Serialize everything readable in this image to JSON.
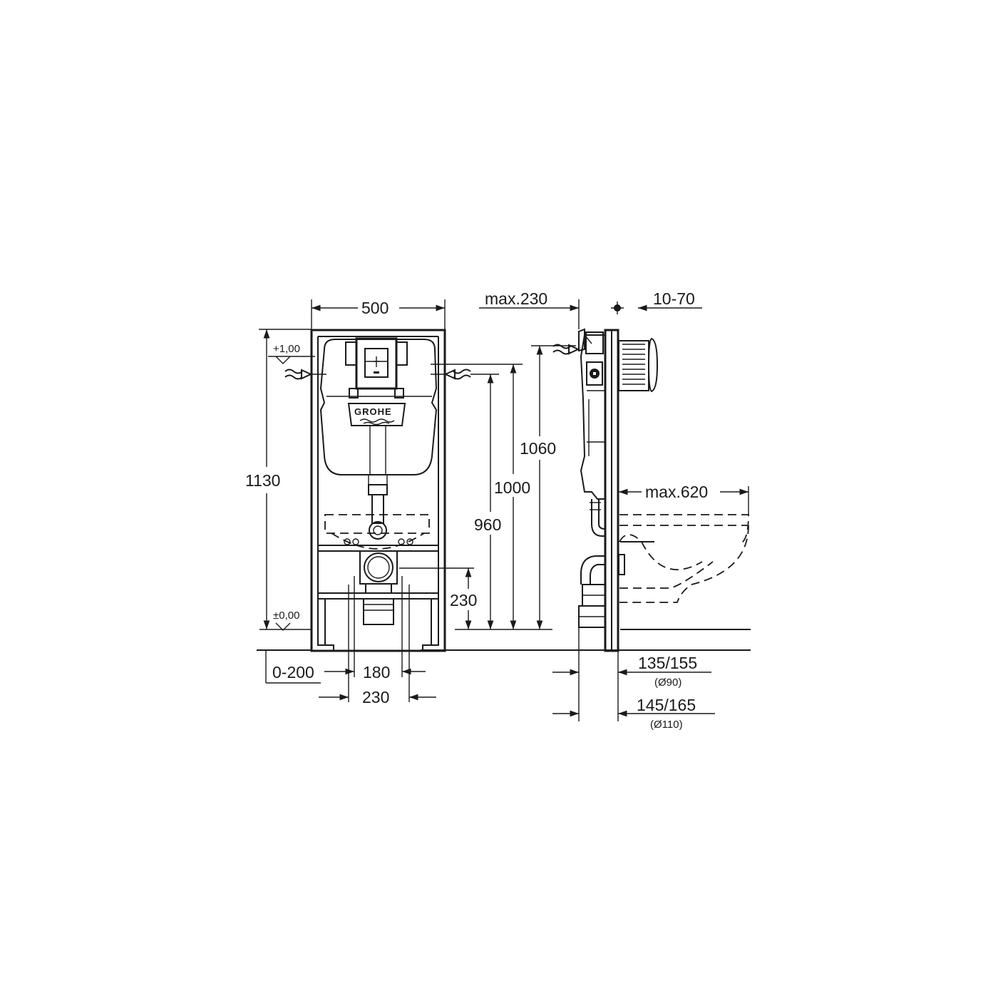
{
  "front_view": {
    "width": "500",
    "height_total": "1130",
    "level_top": "+1,00",
    "level_floor": "±0,00",
    "adjust": "0-200",
    "inlet_height": "1000",
    "height_1060": "1060",
    "height_960": "960",
    "outlet_height": "230",
    "spacing_180": "180",
    "spacing_230": "230",
    "brand": "GROHE"
  },
  "side_view": {
    "max_depth": "max.230",
    "plate_offset": "10-70",
    "bowl_projection": "max.620",
    "pipe_90": "135/155",
    "pipe_90_diameter": "(Ø90)",
    "pipe_110": "145/165",
    "pipe_110_diameter": "(Ø110)"
  },
  "colors": {
    "line": "#1a1a1a",
    "background": "#ffffff"
  },
  "icons": [
    "water-inlet-icon",
    "level-triangle-icon",
    "centerline-icon"
  ]
}
